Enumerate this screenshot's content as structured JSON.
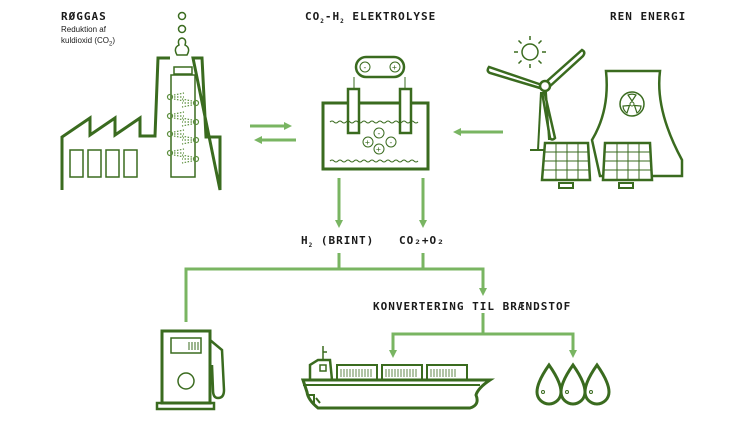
{
  "colors": {
    "dark_green": "#3a6b1f",
    "light_green": "#79b562",
    "text": "#1a1a1a"
  },
  "labels": {
    "flue_gas_title": "RØGGAS",
    "flue_gas_sub1": "Reduktion af",
    "flue_gas_sub2": "kuldioxid (CO",
    "flue_gas_sub2_sub": "2",
    "flue_gas_sub2_end": ")",
    "electrolysis_a": "CO",
    "electrolysis_a_sub": "2",
    "electrolysis_b": "-H",
    "electrolysis_b_sub": "2",
    "electrolysis_c": " ELEKTROLYSE",
    "clean_energy": "REN ENERGI",
    "hydrogen_a": "H",
    "hydrogen_sub": "2",
    "hydrogen_b": " (BRINT)",
    "co2_o2": "CO₂+O₂",
    "conversion": "KONVERTERING TIL BRÆNDSTOF"
  },
  "icons": [
    "factory-icon",
    "electrolysis-tank-icon",
    "wind-turbine-icon",
    "sun-icon",
    "nuclear-plant-icon",
    "solar-panel-icon",
    "fuel-pump-icon",
    "cargo-ship-icon",
    "fuel-drops-icon"
  ]
}
